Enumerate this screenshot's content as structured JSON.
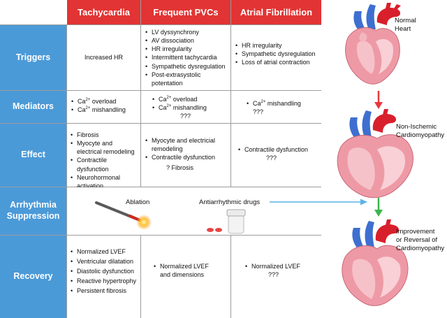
{
  "columns": [
    "Tachycardia",
    "Frequent PVCs",
    "Atrial Fibrillation"
  ],
  "rows": [
    {
      "label": "Triggers"
    },
    {
      "label": "Mediators"
    },
    {
      "label": "Effect"
    },
    {
      "label_line1": "Arrhythmia",
      "label_line2": "Suppression"
    },
    {
      "label": "Recovery"
    }
  ],
  "triggers": {
    "tachy": "Increased HR",
    "pvc": [
      "LV dyssynchrony",
      "AV dissociation",
      "HR irregularity",
      "Intermittent tachycardia",
      "Sympathetic dysregulation",
      "Post-extrasystolic potentation"
    ],
    "af": [
      "HR irregularity",
      "Sympathetic dysregulation",
      "Loss of atrial contraction"
    ]
  },
  "mediators": {
    "tachy_1_pre": "Ca",
    "tachy_1_sup": "2+",
    "tachy_1_post": " overload",
    "tachy_2_pre": "Ca",
    "tachy_2_sup": "2+",
    "tachy_2_post": " mishandling",
    "pvc_1_pre": "Ca",
    "pvc_1_sup": "2+",
    "pvc_1_post": " overload",
    "pvc_2_pre": "Ca",
    "pvc_2_sup": "2+",
    "pvc_2_post": " mishandling",
    "pvc_q": "???",
    "af_1_pre": "Ca",
    "af_1_sup": "2+",
    "af_1_post": " mishandling",
    "af_q": "???"
  },
  "effect": {
    "tachy": [
      "Fibrosis",
      "Myocyte and electrical remodeling",
      "Contractile dysfunction",
      "Neurohormonal activation"
    ],
    "pvc": [
      "Myocyte and electricial remodeling",
      "Contractile dysfunction"
    ],
    "pvc_q": "? Fibrosis",
    "af": [
      "Contractile dysfunction"
    ],
    "af_q": "???"
  },
  "suppression": {
    "ablation": "Ablation",
    "drugs": "Antiarrhythmic drugs"
  },
  "recovery": {
    "tachy": [
      "Normalized LVEF",
      "Ventricular dilatation",
      "Diastolic dysfunction",
      "Reactive hypertrophy",
      "Persistent fibrosis"
    ],
    "pvc": [
      "Normalized LVEF and dimensions"
    ],
    "af": [
      "Normalized LVEF"
    ],
    "af_q": "???"
  },
  "hearts": {
    "normal_1": "Normal",
    "normal_2": "Heart",
    "nonisch_1": "Non-Ischemic",
    "nonisch_2": "Cardiomyopathy",
    "improve_1": "Improvement",
    "improve_2": "or Reversal of",
    "improve_3": "Cardiomyopathy"
  },
  "colors": {
    "header_red": "#e23434",
    "row_blue": "#4b9ad8",
    "arrow_red": "#e8383d",
    "arrow_green": "#3bb54a",
    "arrow_blue": "#5ab4e6",
    "heart_pink": "#ee9aa6",
    "aorta_red": "#d8202c",
    "vein_blue": "#3e6fd0"
  }
}
